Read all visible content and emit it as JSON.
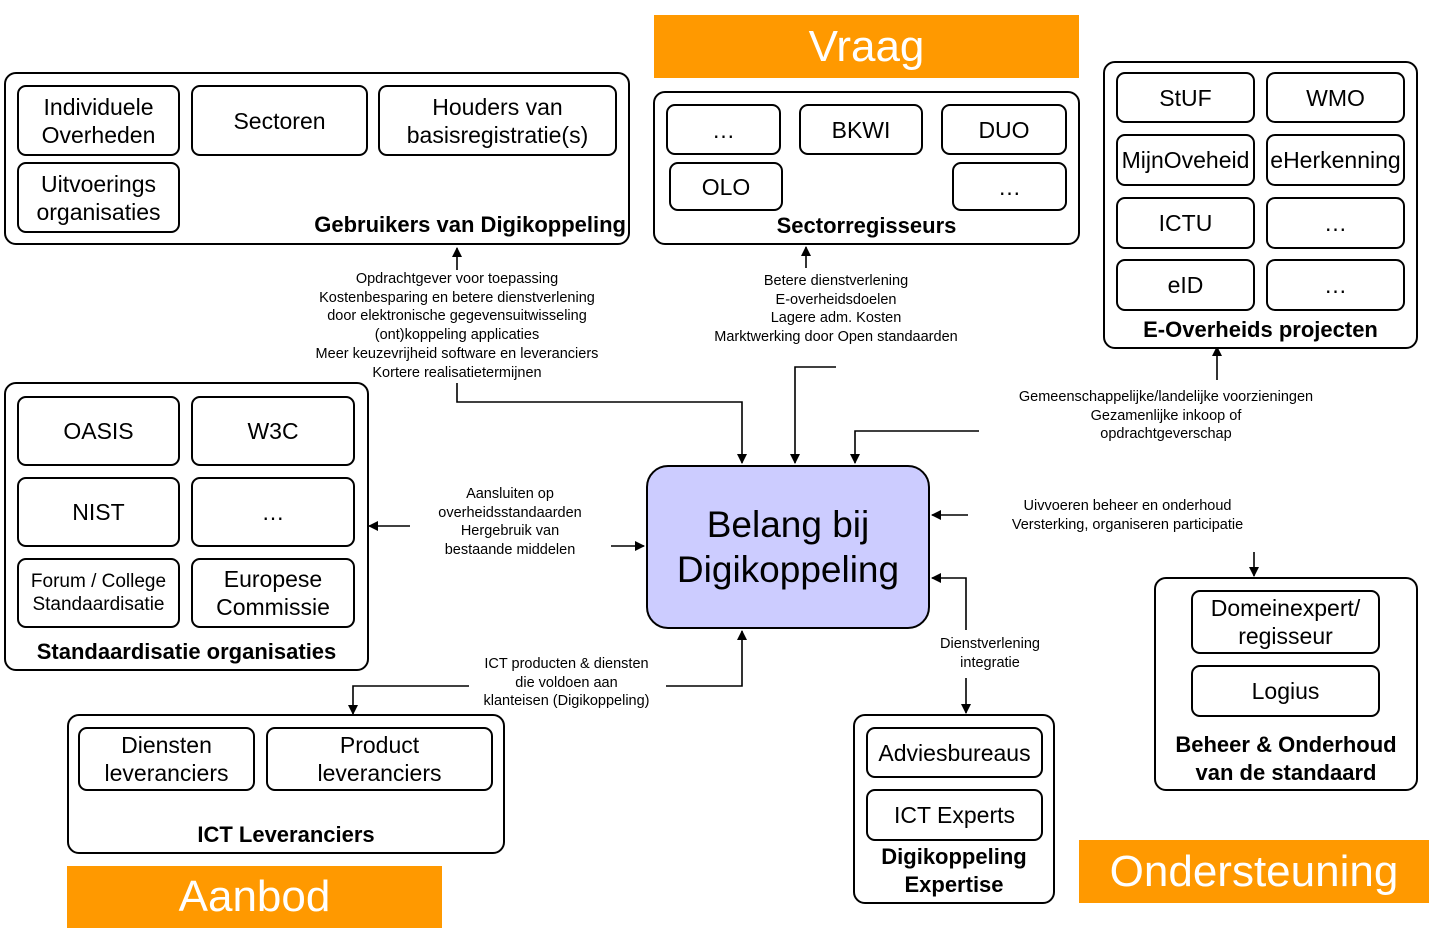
{
  "banners": {
    "vraag": "Vraag",
    "aanbod": "Aanbod",
    "ondersteuning": "Ondersteuning"
  },
  "center": "Belang bij\nDigikoppeling",
  "gebruikers": {
    "title": "Gebruikers van Digikoppeling",
    "items": [
      "Individuele\nOverheden",
      "Sectoren",
      "Houders van\nbasisregistratie(s)",
      "Uitvoerings\norganisaties"
    ]
  },
  "sector": {
    "title": "Sectorregisseurs",
    "items": [
      "…",
      "BKWI",
      "DUO",
      "OLO",
      "…"
    ]
  },
  "eoverheid": {
    "title": "E-Overheids projecten",
    "items": [
      "StUF",
      "WMO",
      "MijnOveheid",
      "eHerkenning",
      "ICTU",
      "…",
      "eID",
      "…"
    ]
  },
  "standaard": {
    "title": "Standaardisatie organisaties",
    "items": [
      "OASIS",
      "W3C",
      "NIST",
      "…",
      "Forum / College\nStandaardisatie",
      "Europese\nCommissie"
    ]
  },
  "ict": {
    "title": "ICT Leveranciers",
    "items": [
      "Diensten\nleveranciers",
      "Product\nleveranciers"
    ]
  },
  "expertise": {
    "title": "Digikoppeling\nExpertise",
    "items": [
      "Adviesbureaus",
      "ICT Experts"
    ]
  },
  "beheer": {
    "title": "Beheer & Onderhoud\nvan de standaard",
    "items": [
      "Domeinexpert/\nregisseur",
      "Logius"
    ]
  },
  "notes": {
    "gebruikers": "Opdrachtgever voor toepassing\nKostenbesparing en betere dienstverlening\ndoor elektronische gegevensuitwisseling\n(ont)koppeling applicaties\nMeer keuzevrijheid software en leveranciers\nKortere realisatietermijnen",
    "sector": "Betere dienstverlening\nE-overheidsdoelen\nLagere adm. Kosten\nMarktwerking door Open standaarden",
    "eoverheid": "Gemeenschappelijke/landelijke voorzieningen\nGezamenlijke inkoop of\nopdrachtgeverschap",
    "standaard": "Aansluiten op\noverheidsstandaarden\nHergebruik van\nbestaande middelen",
    "beheer": "Uivvoeren beheer en onderhoud\nVersterking, organiseren participatie",
    "ict": "ICT producten & diensten\ndie voldoen aan\nklanteisen (Digikoppeling)",
    "expertise": "Dienstverlening\nintegratie"
  }
}
